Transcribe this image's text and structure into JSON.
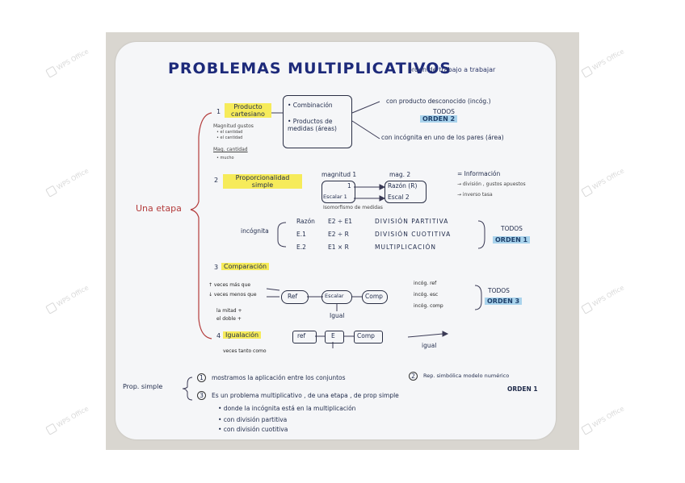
{
  "watermark": "WPS Office",
  "title": "PROBLEMAS MULTIPLICATIVOS",
  "subtitle": "orden de trabajo a trabajar",
  "left_label": "Una etapa",
  "branches": {
    "b1": {
      "num": "1",
      "label": "Producto cartesiano",
      "notes": [
        "Magnitud gustos",
        "• el cantidad",
        "• el cantidad",
        "Mag. cantidad",
        "• mucho"
      ]
    },
    "b2": {
      "num": "2",
      "label": "Proporcionalidad simple"
    },
    "b3": {
      "num": "3",
      "label": "Comparación"
    },
    "b4": {
      "num": "4",
      "label": "Igualación"
    }
  },
  "b1_box": {
    "item1": "• Combinación",
    "item2": "• Productos de medidas (áreas)"
  },
  "b1_right": {
    "line1": "con producto desconocido (incóg.)",
    "todos": "TODOS",
    "orden": "ORDEN 2",
    "line2": "con incógnita en uno de los pares (área)"
  },
  "b2_mag": {
    "mag1": "magnitud 1",
    "mag2": "mag. 2",
    "one": "1",
    "razon": "Razón (R)",
    "escal": "Escalar 1",
    "esca2": "Escal 2",
    "caption": "Isomorfismo de medidas"
  },
  "b2_info": {
    "l1": "= Información",
    "l2": "→ división , gustos apuestos",
    "l3": "→ inverso tasa"
  },
  "b2_rows": [
    {
      "a": "Razón",
      "b": "E2 ÷ E1",
      "c": "DIVISIÓN PARTITIVA"
    },
    {
      "a": "E.1",
      "b": "E2 ÷ R",
      "c": "DIVISIÓN CUOTITIVA"
    },
    {
      "a": "E.2",
      "b": "E1 × R",
      "c": "MULTIPLICACIÓN"
    }
  ],
  "b2_incog": "incógnita",
  "b2_todos": "TODOS",
  "b2_orden": "ORDEN 1",
  "b3": {
    "n1": "↑ veces más que",
    "n2": "↓ veces menos que",
    "n3": "la mitad +",
    "n4": "el doble +",
    "ref": "Ref",
    "escalar": "Escalar",
    "comp": "Comp",
    "igual": "Igual",
    "r1": "incóg. ref",
    "r2": "incóg. esc",
    "r3": "incóg. comp",
    "todos": "TODOS",
    "orden": "ORDEN 3"
  },
  "b4": {
    "ref": "ref",
    "e": "E",
    "comp": "Comp",
    "note": "veces tanto como",
    "igual": "igual"
  },
  "bottom": {
    "label": "Prop. simple",
    "n1": "1",
    "t1": "mostramos la aplicación entre los conjuntos",
    "n2": "2",
    "t2": "Rep. simbólica modelo numérico",
    "n3": "3",
    "t3": "Es un problema multiplicativo , de una etapa , de prop simple",
    "orden": "ORDEN 1",
    "bullets": [
      "• donde la incógnita está en la multiplicación",
      "• con división partitiva",
      "• con división cuotitiva"
    ]
  }
}
